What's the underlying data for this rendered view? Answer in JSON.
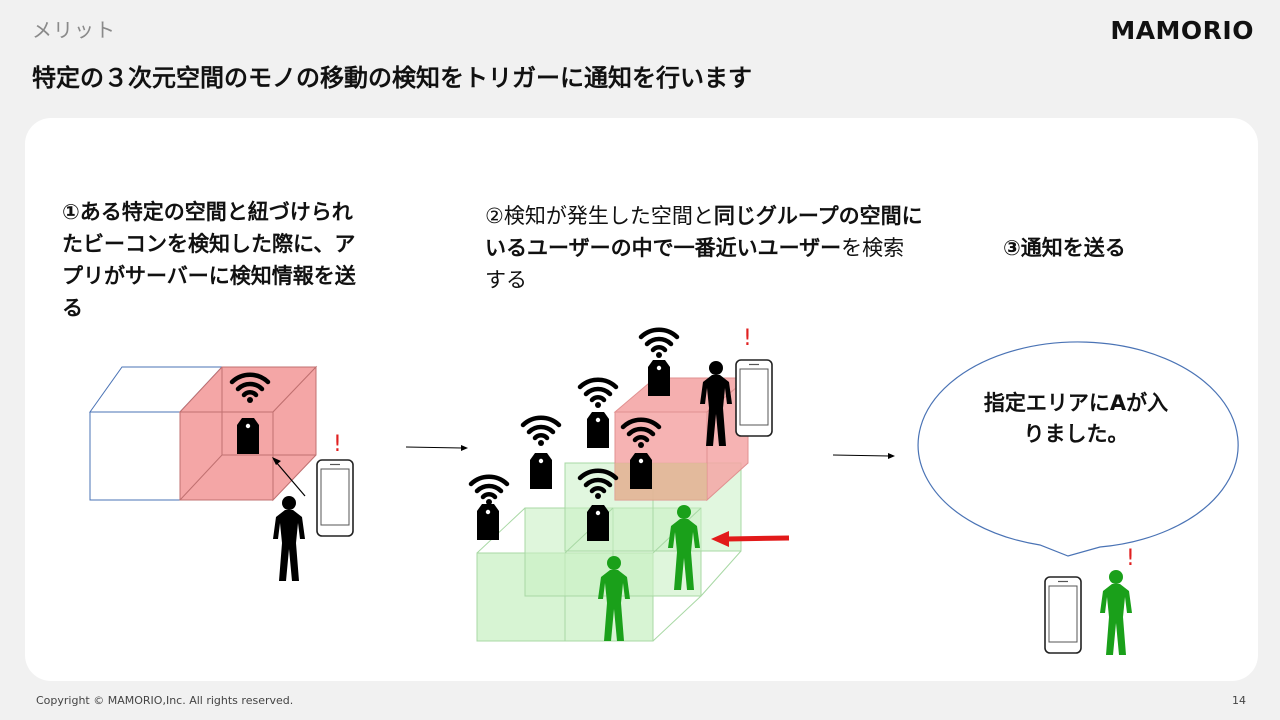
{
  "header": {
    "section_label": "メリット",
    "logo_text": "MAMORIO",
    "title": "特定の３次元空間のモノの移動の検知をトリガーに通知を行います"
  },
  "steps": {
    "step1": "①ある特定の空間と紐づけられたビーコンを検知した際に、アプリがサーバーに検知情報を送る",
    "step2_part1": "②検知が発生した空間と",
    "step2_part2": "同じグループの空間にいるユーザーの中で一番近いユーザー",
    "step2_part3": "を検索する",
    "step3": "③通知を送る"
  },
  "bubble": {
    "line1": "指定エリアにAが入",
    "line2": "りました。"
  },
  "marks": {
    "alert": "!"
  },
  "colors": {
    "cube_red": "#f4a6a6",
    "cube_green": "#c9f0c4",
    "person_green": "#1aa01a",
    "arrow_red": "#e21a1a",
    "outline_blue": "#4a73b5",
    "alert_red": "#e02020"
  },
  "footer": {
    "copyright": "Copyright © MAMORIO,Inc. All rights reserved.",
    "page_number": "14"
  }
}
